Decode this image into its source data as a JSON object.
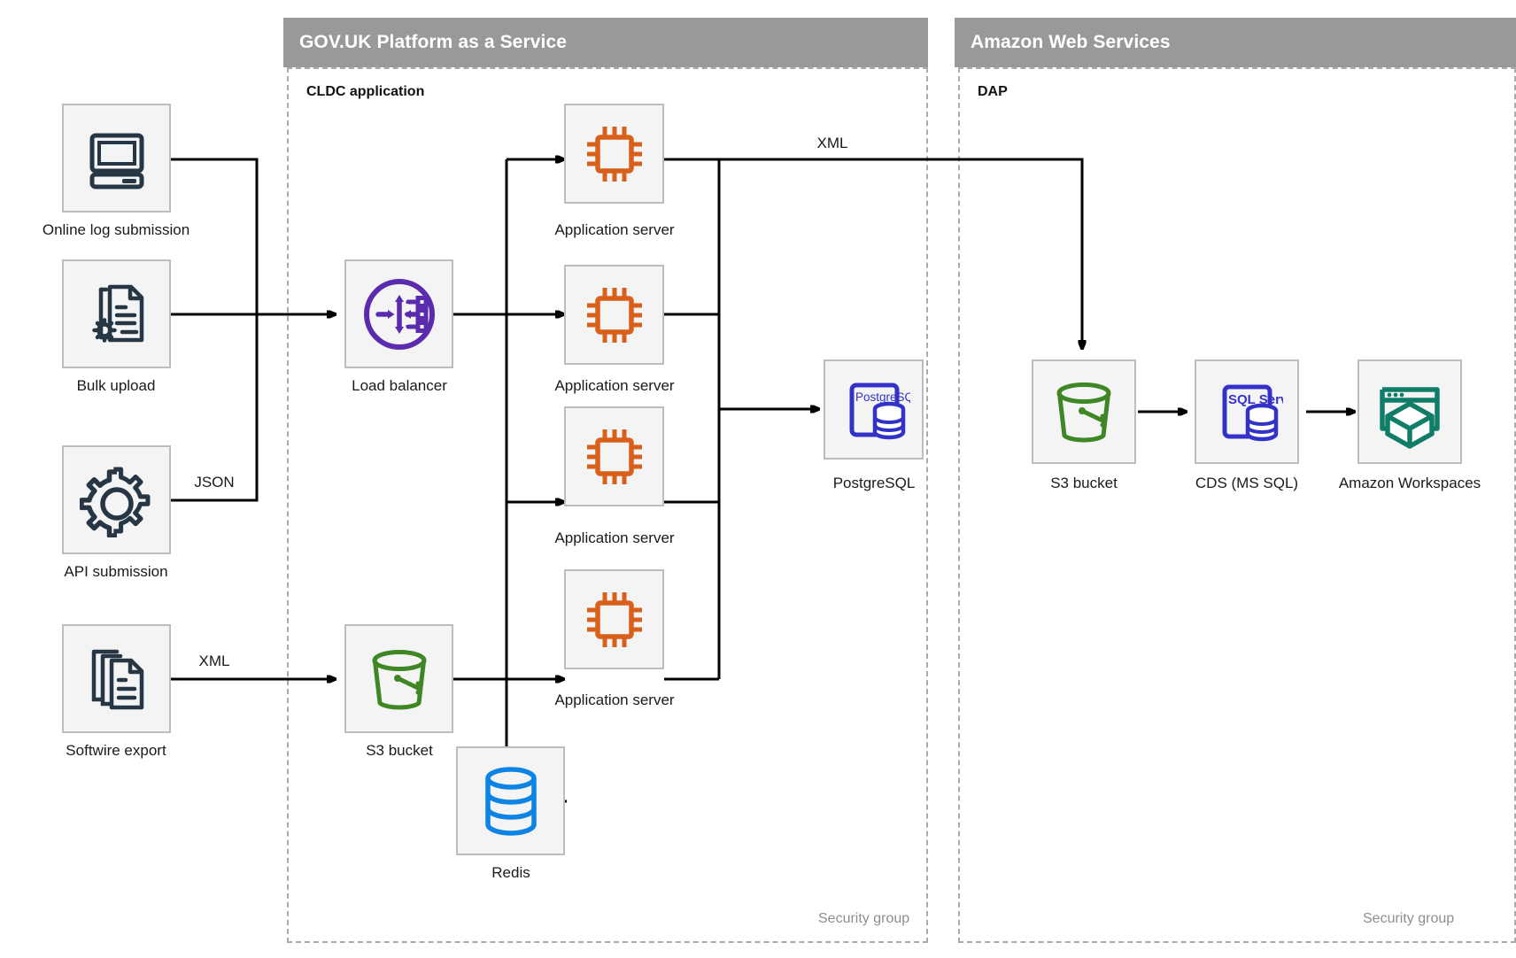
{
  "zones": [
    {
      "id": "govuk",
      "title": "GOV.UK Platform as a Service",
      "sub_label": "CLDC application",
      "security_label": "Security group"
    },
    {
      "id": "aws",
      "title": "Amazon Web Services",
      "sub_label": "DAP",
      "security_label": "Security group"
    }
  ],
  "nodes": {
    "online_log_submission": {
      "label": "Online log submission",
      "icon": "desktop-computer-icon"
    },
    "bulk_upload": {
      "label": "Bulk upload",
      "icon": "document-gear-icon"
    },
    "api_submission": {
      "label": "API submission",
      "icon": "gear-icon"
    },
    "softwire_export": {
      "label": "Softwire export",
      "icon": "documents-stack-icon"
    },
    "load_balancer": {
      "label": "Load balancer",
      "icon": "load-balancer-icon"
    },
    "app_server_1": {
      "label": "Application server",
      "icon": "cpu-chip-icon"
    },
    "app_server_2": {
      "label": "Application server",
      "icon": "cpu-chip-icon"
    },
    "app_server_3": {
      "label": "Application server",
      "icon": "cpu-chip-icon"
    },
    "app_server_4": {
      "label": "Application server",
      "icon": "cpu-chip-icon"
    },
    "s3_bucket_paas": {
      "label": "S3 bucket",
      "icon": "s3-bucket-icon"
    },
    "redis": {
      "label": "Redis",
      "icon": "database-cylinder-icon"
    },
    "postgresql": {
      "label": "PostgreSQL",
      "icon": "postgresql-icon",
      "icon_text": "PostgreSQL"
    },
    "s3_bucket_aws": {
      "label": "S3 bucket",
      "icon": "s3-bucket-icon"
    },
    "cds_ms_sql": {
      "label": "CDS (MS SQL)",
      "icon": "sql-server-icon",
      "icon_text": "SQL Server"
    },
    "amazon_workspaces": {
      "label": "Amazon Workspaces",
      "icon": "amazon-workspaces-icon"
    }
  },
  "edges": [
    {
      "id": "json",
      "label": "JSON"
    },
    {
      "id": "xml_softwire",
      "label": "XML"
    },
    {
      "id": "xml_appserver_s3",
      "label": "XML"
    }
  ],
  "colors": {
    "zone_header_bg": "#999999",
    "zone_header_text": "#ffffff",
    "node_box_bg": "#f4f4f4",
    "node_box_border": "#bdbdbd",
    "dashed_border": "#aaaaaa",
    "wire": "#000000",
    "icon_dark_navy": "#263645",
    "icon_purple": "#5B2BAE",
    "icon_orange": "#D9601A",
    "icon_green": "#3F8624",
    "icon_blue_db": "#0D84E3",
    "icon_postgres_blue": "#3232C8",
    "icon_teal": "#0F7D68",
    "security_label_text": "#8e8e8e"
  }
}
